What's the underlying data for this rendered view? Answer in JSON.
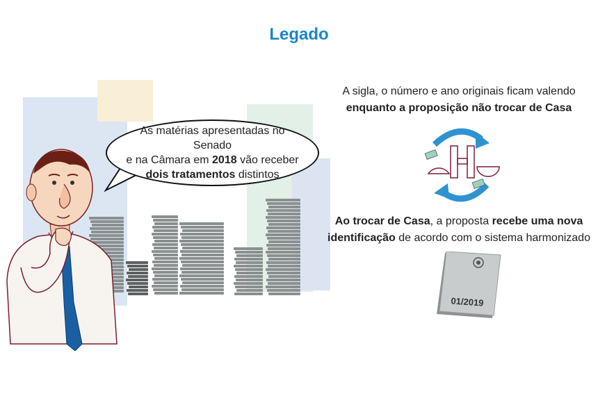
{
  "page": {
    "title": "Legado"
  },
  "bubble": {
    "line1": "As matérias apresentadas no Senado",
    "line2_pre": "e na Câmara em ",
    "line2_bold": "2018",
    "line2_post": " vão receber",
    "line3_bold": "dois tratamentos",
    "line3_post": " distintos"
  },
  "right_top": {
    "line1": "A sigla, o número e ano originais ficam valendo",
    "line2_bold": "enquanto a proposição não trocar de Casa"
  },
  "right_bottom": {
    "bold1": "Ao trocar de Casa",
    "text1": ", a proposta ",
    "bold2": "recebe uma nova",
    "bold3": "identificação",
    "text2": " de acordo com o sistema harmonizado"
  },
  "document": {
    "label": "01/2019"
  },
  "colors": {
    "title": "#1a86c8",
    "arrow": "#2f93d1",
    "h_icon": "#7a1f3a",
    "paper_green": "#9ed3b8",
    "document": "#c9cccd"
  },
  "icons": [
    "refresh-cycle-icon",
    "letter-h-icon",
    "paper-note-icon",
    "document-seal-icon"
  ]
}
